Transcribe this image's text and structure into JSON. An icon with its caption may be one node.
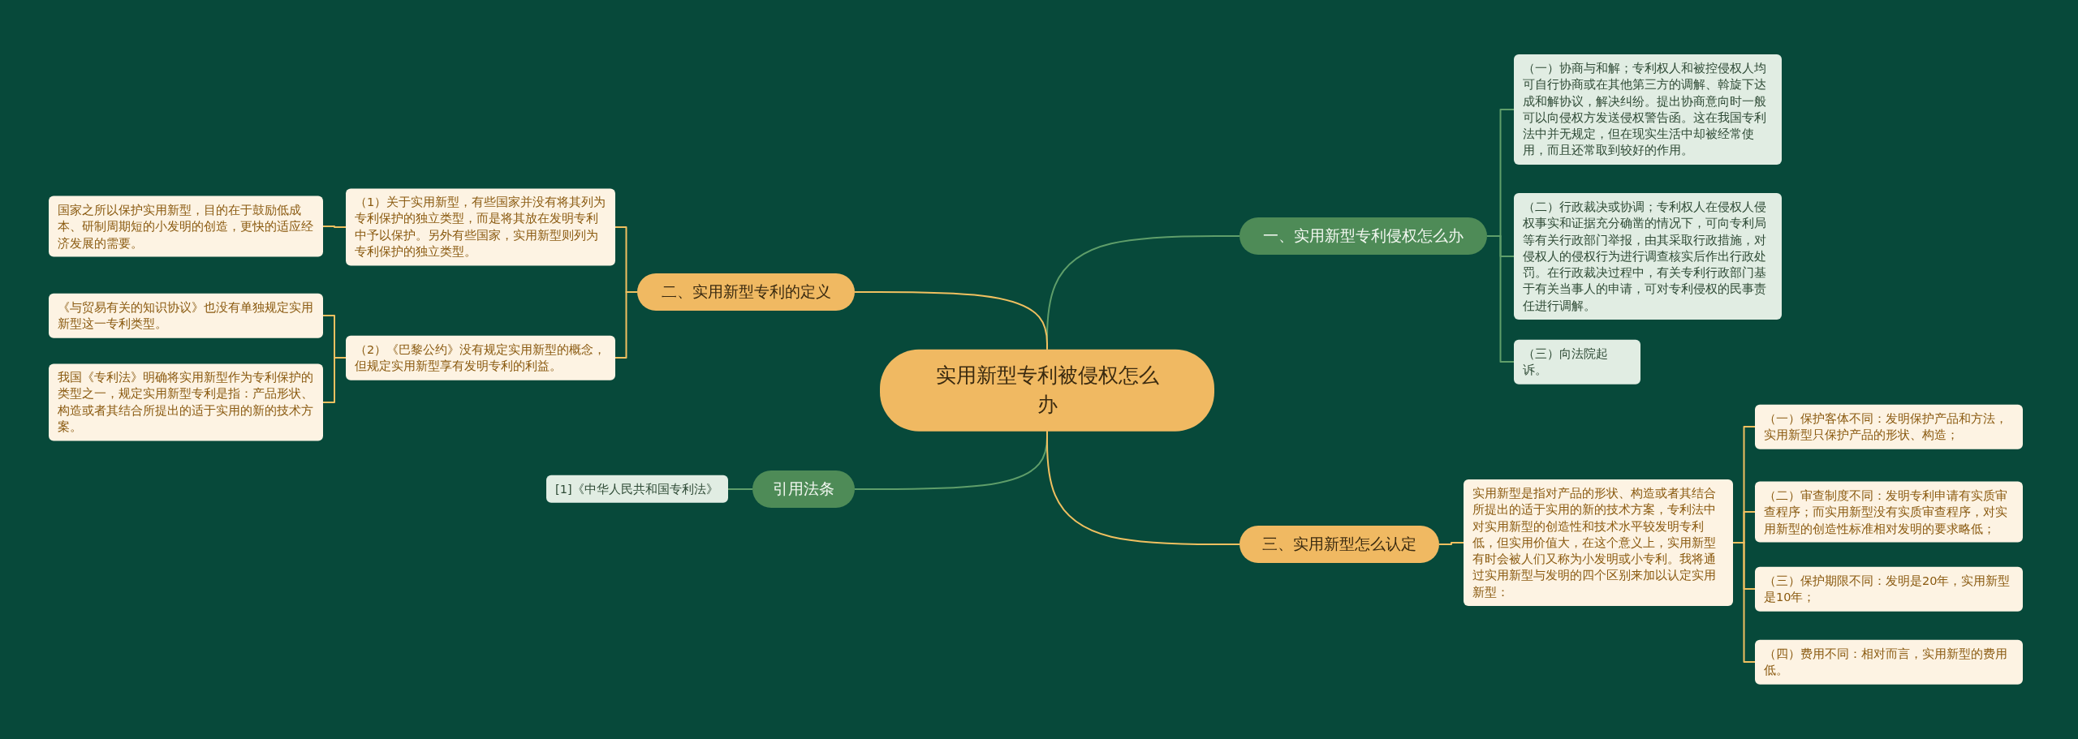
{
  "diagram": {
    "nodes": [
      {
        "text": [
          "实用新型专利被侵权怎么办"
        ]
      },
      {
        "text": [
          "一、实用新型专利侵权怎么办"
        ]
      },
      {
        "text": [
          "（一）协商与和解；专利权人和被控侵权人均可自行协商或在其他第三方的调解、斡旋下达成和解协议，解决纠纷。提出协商意向时一般可以向侵权方发送侵权警告函。这在我国专利法中并无规定，但在现实生活中却被经常使用，而且还常取到较好的作用。"
        ]
      },
      {
        "text": [
          "（二）行政裁决或协调；专利权人在侵权人侵权事实和证据充分确凿的情况下，可向专利局等有关行政部门举报，由其采取行政措施，对侵权人的侵权行为进行调查核实后作出行政处罚。在行政裁决过程中，有关专利行政部门基于有关当事人的申请，可对专利侵权的民事责任进行调解。"
        ]
      },
      {
        "text": [
          "（三）向法院起诉。"
        ]
      },
      {
        "text": [
          "二、实用新型专利的定义"
        ]
      },
      {
        "text": [
          "（1）关于实用新型，有些国家并没有将其列为专利保护的独立类型，而是将其放在发明专利中予以保护。另外有些国家，实用新型则列为专利保护的独立类型。"
        ]
      },
      {
        "text": [
          "国家之所以保护实用新型，目的在于鼓励低成本、研制周期短的小发明的创造，更快的适应经济发展的需要。"
        ]
      },
      {
        "text": [
          "（2）《巴黎公约》没有规定实用新型的概念，但规定实用新型享有发明专利的利益。"
        ]
      },
      {
        "text": [
          "《与贸易有关的知识协议》也没有单独规定实用新型这一专利类型。"
        ]
      },
      {
        "text": [
          "我国《专利法》明确将实用新型作为专利保护的类型之一，规定实用新型专利是指：产品形状、构造或者其结合所提出的适于实用的新的技术方案。"
        ]
      },
      {
        "text": [
          "引用法条"
        ]
      },
      {
        "text": [
          "[1]《中华人民共和国专利法》"
        ]
      },
      {
        "text": [
          "三、实用新型怎么认定"
        ]
      },
      {
        "text": [
          "实用新型是指对产品的形状、构造或者其结合所提出的适于实用的新的技术方案，专利法中对实用新型的创造性和技术水平较发明专利低，但实用价值大，在这个意义上，实用新型有时会被人们又称为小发明或小专利。我将通过实用新型与发明的四个区别来加以认定实用新型："
        ]
      },
      {
        "text": [
          "（一）保护客体不同：发明保护产品和方法，实用新型只保护产品的形状、构造；"
        ]
      },
      {
        "text": [
          "（二）审查制度不同：发明专利申请有实质审查程序；而实用新型没有实质审查程序，对实用新型的创造性标准相对发明的要求略低；"
        ]
      },
      {
        "text": [
          "（三）保护期限不同：发明是20年，实用新型是10年；"
        ]
      },
      {
        "text": [
          "（四）费用不同：相对而言，实用新型的费用低。"
        ]
      }
    ],
    "edges": [
      {
        "from": 0,
        "to": 1,
        "arrow": "none",
        "color": "#5f9e6a"
      },
      {
        "from": 1,
        "to": 2,
        "arrow": "none",
        "color": "#5f9e6a"
      },
      {
        "from": 1,
        "to": 3,
        "arrow": "none",
        "color": "#5f9e6a"
      },
      {
        "from": 1,
        "to": 4,
        "arrow": "none",
        "color": "#5f9e6a"
      },
      {
        "from": 0,
        "to": 5,
        "arrow": "none"
      },
      {
        "from": 5,
        "to": 6,
        "arrow": "none"
      },
      {
        "from": 6,
        "to": 7,
        "arrow": "none"
      },
      {
        "from": 5,
        "to": 8,
        "arrow": "none"
      },
      {
        "from": 8,
        "to": 9,
        "arrow": "none"
      },
      {
        "from": 8,
        "to": 10,
        "arrow": "none"
      },
      {
        "from": 0,
        "to": 11,
        "arrow": "none",
        "color": "#5f9e6a"
      },
      {
        "from": 11,
        "to": 12,
        "arrow": "none",
        "color": "#5f9e6a"
      },
      {
        "from": 0,
        "to": 13,
        "arrow": "none"
      },
      {
        "from": 13,
        "to": 14,
        "arrow": "none"
      },
      {
        "from": 14,
        "to": 15,
        "arrow": "none"
      },
      {
        "from": 14,
        "to": 16,
        "arrow": "none"
      },
      {
        "from": 14,
        "to": 17,
        "arrow": "none"
      },
      {
        "from": 14,
        "to": 18,
        "arrow": "none"
      }
    ]
  }
}
